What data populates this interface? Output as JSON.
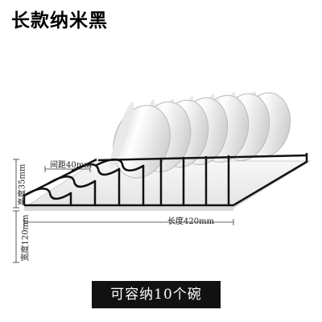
{
  "title": "长款纳米黑",
  "dimensions": {
    "spacing": "间距40mm",
    "length": "长度420mm",
    "height": "高度35mm",
    "width": "宽度120mm"
  },
  "capacity_badge": "可容纳10个碗",
  "colors": {
    "rack": "#111111",
    "badge_bg": "#111111",
    "badge_text": "#ffffff",
    "bowl": "#f4f4f4"
  }
}
